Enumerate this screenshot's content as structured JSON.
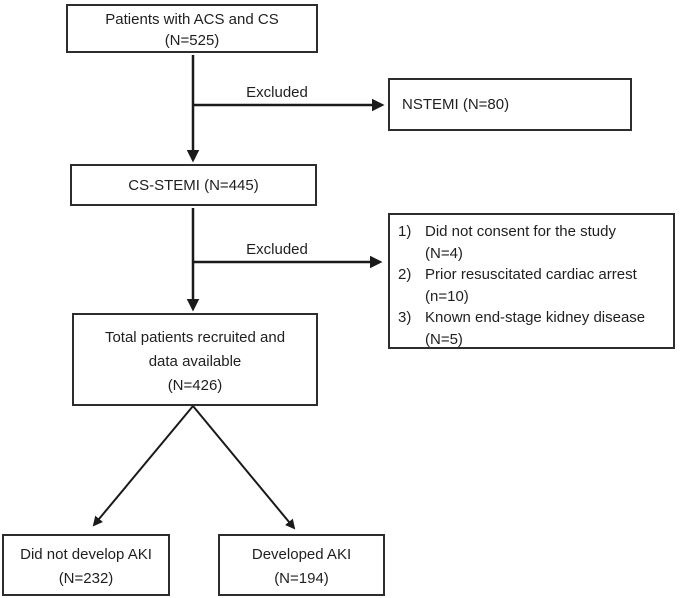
{
  "boxes": {
    "acs_cs": {
      "line1": "Patients with ACS and CS",
      "line2": "(N=525)"
    },
    "nstemi": {
      "label": "NSTEMI (N=80)"
    },
    "cs_stemi": {
      "label": "CS-STEMI (N=445)"
    },
    "total": {
      "line1": "Total patients recruited and",
      "line2": "data available",
      "line3": "(N=426)"
    },
    "no_aki": {
      "line1": "Did not develop AKI",
      "line2": "(N=232)"
    },
    "aki": {
      "line1": "Developed AKI",
      "line2": "(N=194)"
    },
    "exclusions": {
      "items": [
        {
          "num": "1)",
          "text": "Did not consent for the study",
          "count": "(N=4)"
        },
        {
          "num": "2)",
          "text": "Prior resuscitated cardiac arrest",
          "count": "(n=10)"
        },
        {
          "num": "3)",
          "text": "Known end-stage kidney disease",
          "count": "(N=5)"
        }
      ]
    }
  },
  "labels": {
    "excluded_1": "Excluded",
    "excluded_2": "Excluded"
  },
  "colors": {
    "border": "#2d2d2d",
    "text": "#1f1f1f",
    "arrow": "#1a1a1a",
    "background": "#ffffff"
  }
}
